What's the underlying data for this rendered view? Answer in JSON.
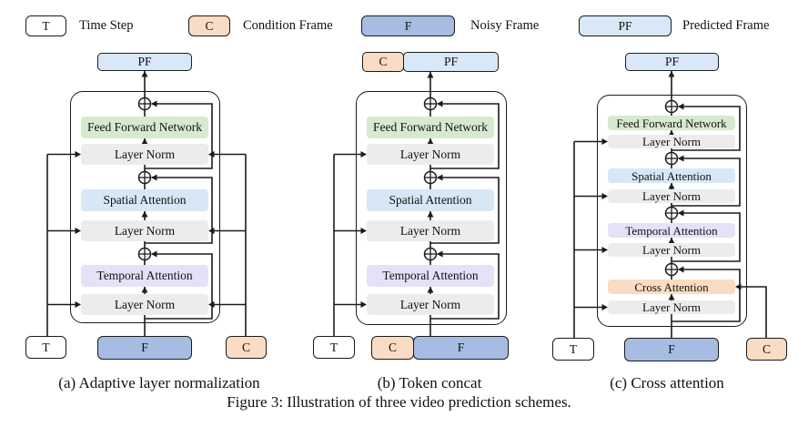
{
  "labels": {
    "t": "T",
    "c": "C",
    "f": "F",
    "pf": "PF",
    "layer_norm": "Layer Norm",
    "feed_forward": "Feed Forward Network",
    "spatial": "Spatial Attention",
    "temporal": "Temporal Attention",
    "cross": "Cross Attention"
  },
  "legend": {
    "items": [
      {
        "key": "T",
        "label": "Time Step"
      },
      {
        "key": "C",
        "label": "Condition Frame"
      },
      {
        "key": "F",
        "label": "Noisy Frame"
      },
      {
        "key": "PF",
        "label": "Predicted Frame"
      }
    ]
  },
  "captions": {
    "a": "(a) Adaptive layer normalization",
    "b": "(b) Token concat",
    "c": "(c) Cross attention",
    "figure": "Figure 3:  Illustration of three video prediction schemes."
  },
  "colors": {
    "time_step": "#ffffff",
    "condition_frame": "#fadcc4",
    "noisy_frame": "#a6bce2",
    "predicted_frame": "#d9e8f8",
    "feed_forward": "#d8e9d0",
    "spatial_attention": "#d8e7f6",
    "temporal_attention": "#e4e2f8",
    "cross_attention": "#fadcc2",
    "layer_norm": "#ececec",
    "line": "#1b1b1b"
  }
}
